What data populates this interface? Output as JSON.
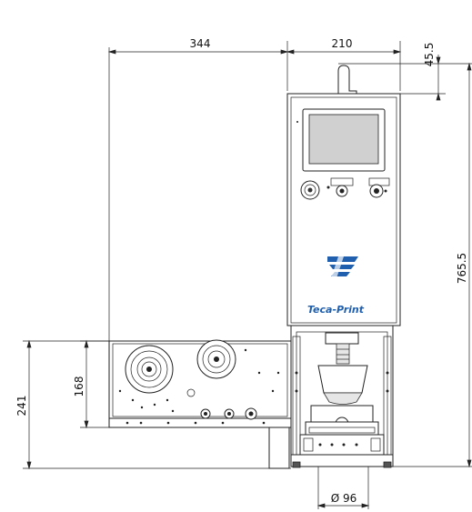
{
  "drawing": {
    "dimensions": {
      "width_left": "344",
      "width_right": "210",
      "height_top_offset": "45.5",
      "height_total": "765.5",
      "height_side_inner": "168",
      "height_side_outer": "241",
      "diameter_bottom": "Ø 96"
    },
    "brand": {
      "logo": "teca-print-logo",
      "name": "Teca-Print"
    },
    "colors": {
      "line": "#222222",
      "brand_blue": "#1f5fae",
      "screen": "#d0d0d0"
    }
  }
}
